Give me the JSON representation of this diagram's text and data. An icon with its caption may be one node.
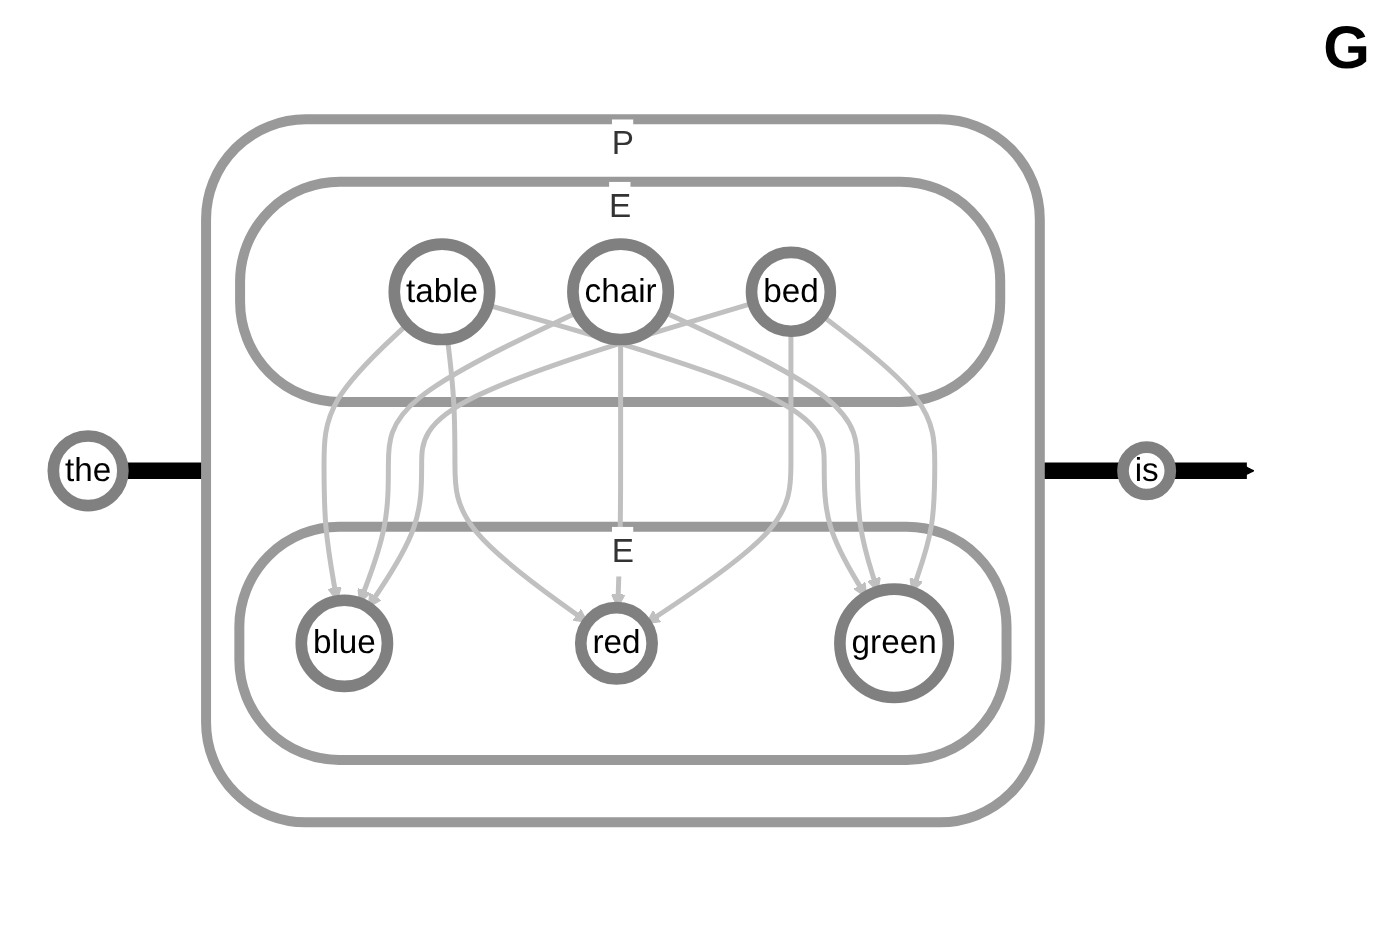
{
  "diagram": {
    "nodes": [
      {
        "text": [
          "the"
        ]
      },
      {
        "text": [
          "P"
        ]
      },
      {
        "text": [
          "E"
        ],
        "in": 1
      },
      {
        "text": [
          "blue"
        ],
        "in": 2
      },
      {
        "text": [
          "red"
        ],
        "in": 2
      },
      {
        "text": [
          "green"
        ],
        "in": 2
      },
      {
        "text": [
          "E"
        ],
        "in": 1
      },
      {
        "text": [
          "table"
        ],
        "in": 6
      },
      {
        "text": [
          "chair"
        ],
        "in": 6
      },
      {
        "text": [
          "bed"
        ],
        "in": 6
      },
      {
        "text": [
          "is"
        ]
      }
    ],
    "edges": [
      {
        "from": 0,
        "to": 1,
        "arrow": "none",
        "style": "thick",
        "color": "#000000"
      },
      {
        "from": 1,
        "to": 10,
        "arrow": "none",
        "style": "thick",
        "color": "#000000"
      },
      {
        "from": 10,
        "to": null,
        "arrow": "to",
        "style": "thick",
        "color": "#000000"
      },
      {
        "from": 7,
        "to": 3,
        "arrow": "to"
      },
      {
        "from": 7,
        "to": 4,
        "arrow": "to"
      },
      {
        "from": 7,
        "to": 5,
        "arrow": "to"
      },
      {
        "from": 8,
        "to": 3,
        "arrow": "to"
      },
      {
        "from": 8,
        "to": 4,
        "arrow": "to"
      },
      {
        "from": 8,
        "to": 5,
        "arrow": "to"
      },
      {
        "from": 9,
        "to": 3,
        "arrow": "to"
      },
      {
        "from": 9,
        "to": 4,
        "arrow": "to"
      },
      {
        "from": 9,
        "to": 5,
        "arrow": "to"
      }
    ],
    "labels": [
      "G"
    ]
  }
}
